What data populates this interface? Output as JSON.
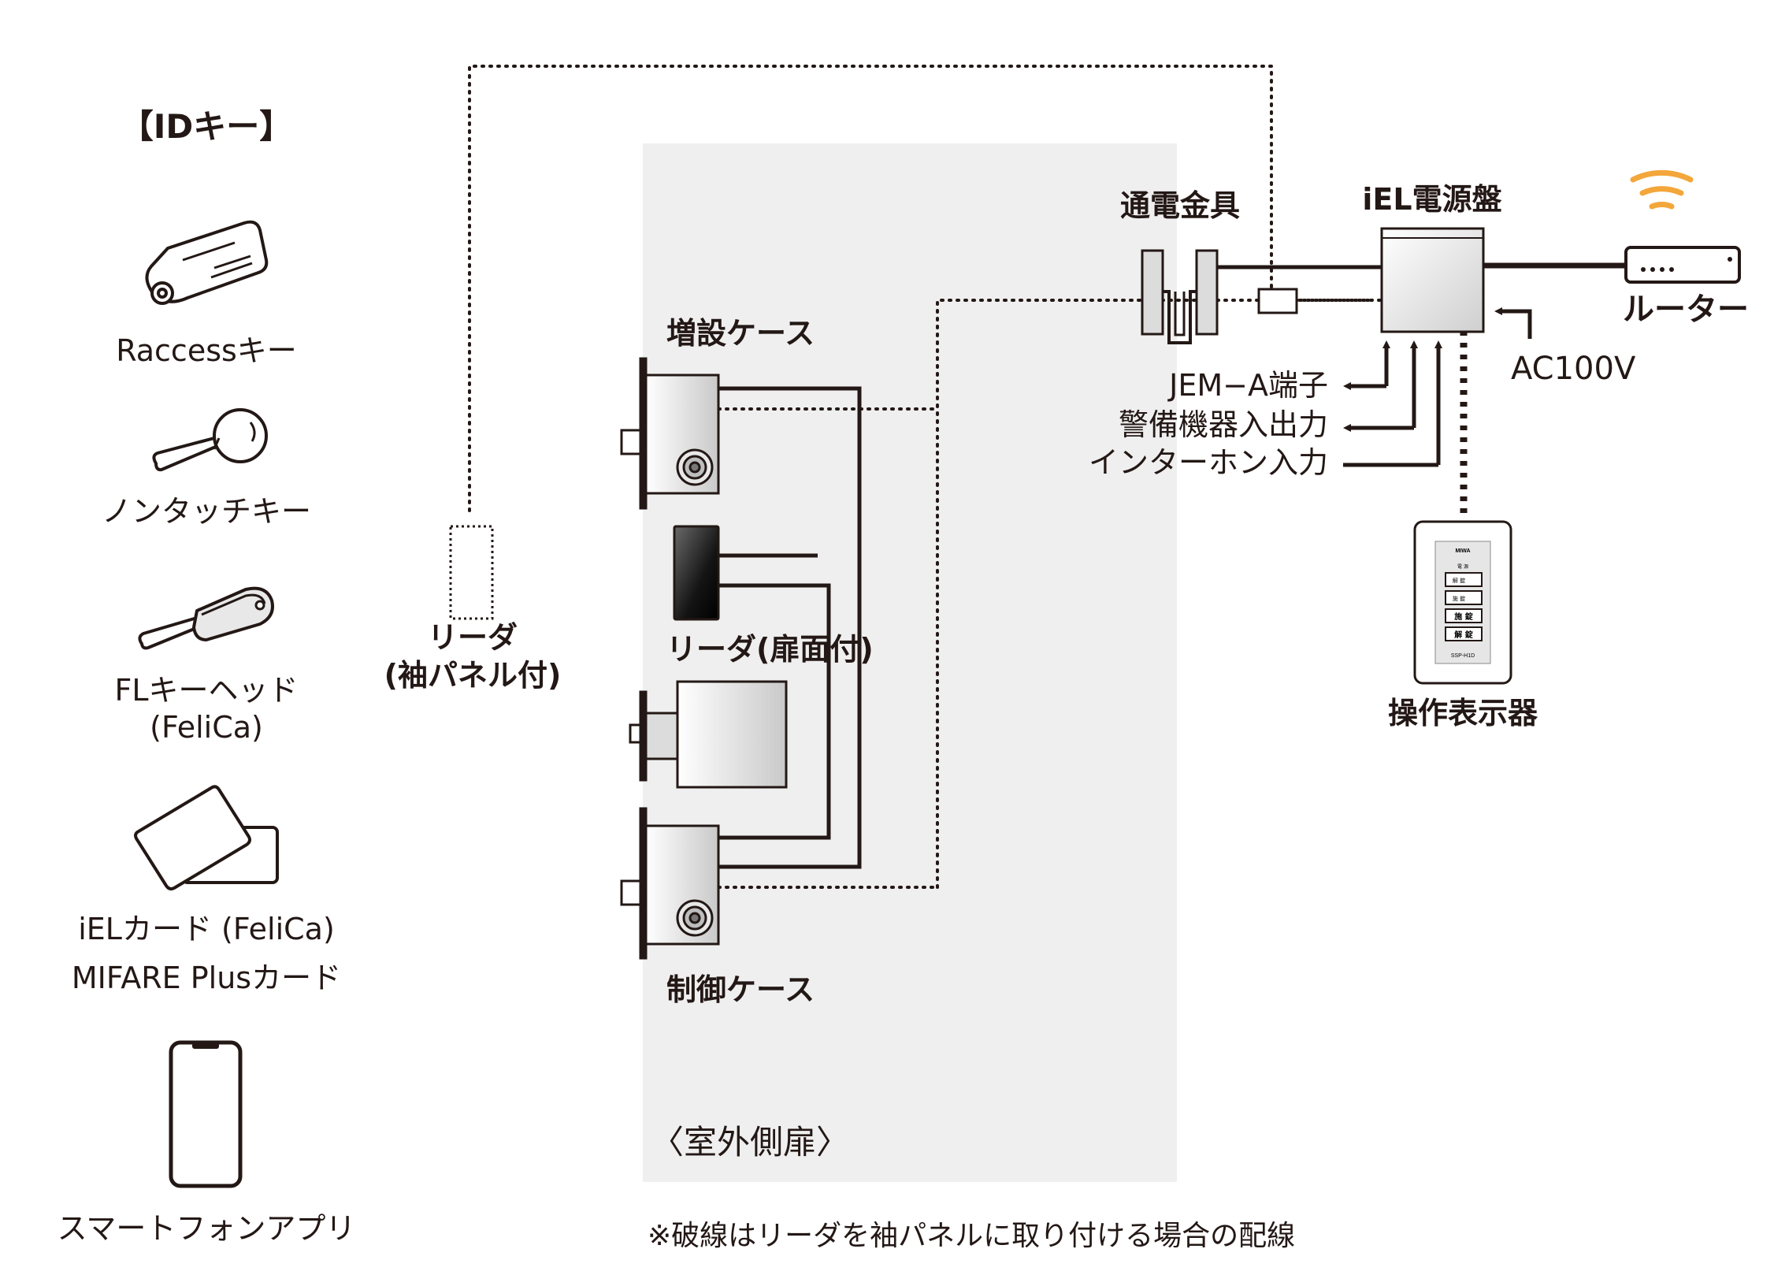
{
  "colors": {
    "line": "#231815",
    "door_panel": "#efefef",
    "wifi": "#f3a63a",
    "box_fill": "#e6e6e6"
  },
  "id_keys": {
    "heading": "【IDキー】",
    "raccess": "Raccessキー",
    "nontouch": "ノンタッチキー",
    "fl_line1": "FLキーヘッド",
    "fl_line2": "(FeliCa)",
    "card_line1": "iELカード (FeliCa)",
    "card_line2": "MIFARE Plusカード",
    "smartphone": "スマートフォンアプリ"
  },
  "side_reader": {
    "line1": "リーダ",
    "line2": "(袖パネル付)"
  },
  "door": {
    "ext_case": "増設ケース",
    "door_reader": "リーダ(扉面付)",
    "control_case": "制御ケース",
    "outer_door": "〈室外側扉〉"
  },
  "power": {
    "transfer_hinge": "通電金具",
    "panel": "iEL電源盤",
    "router": "ルーター",
    "ac": "AC100V",
    "jem": "JEM−A端子",
    "security": "警備機器入出力",
    "intercom": "インターホン入力"
  },
  "controller": {
    "label": "操作表示器",
    "brand": "MIWA",
    "power_mark": "電 源",
    "btn_open": "解 錠",
    "btn_closed": "施 錠",
    "btn_lock": "施 錠",
    "btn_unlock": "解 錠",
    "model": "SSP-H1D"
  },
  "footnote": "※破線はリーダを袖パネルに取り付ける場合の配線"
}
